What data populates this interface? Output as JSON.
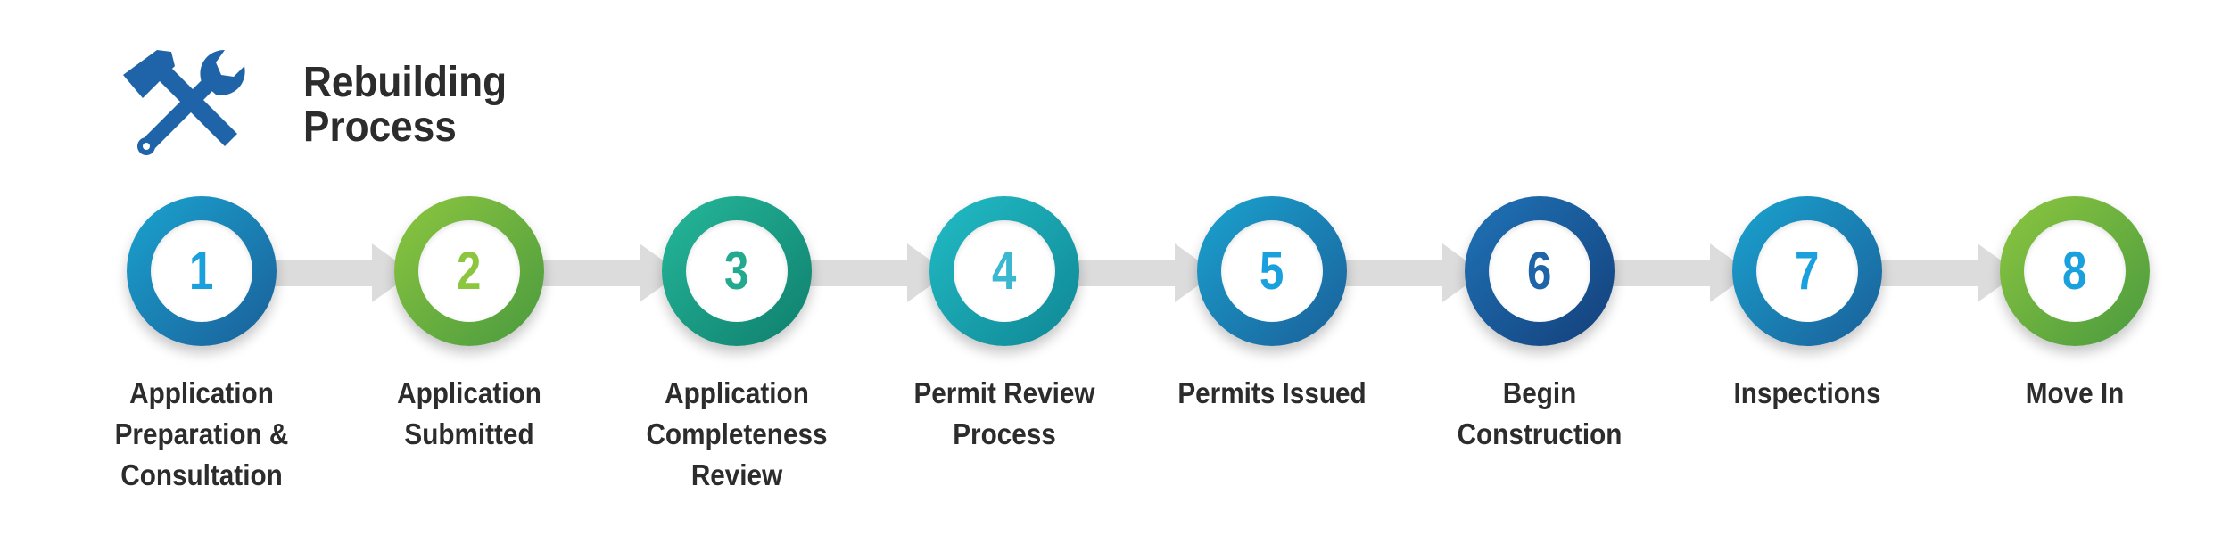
{
  "header": {
    "icon": "wrench-hammer-icon",
    "title": "Rebuilding\nProcess",
    "icon_color": "#1f64a8"
  },
  "arrow_color": "#dcdcdc",
  "steps": [
    {
      "number": "1",
      "label": "Application\nPreparation &\nConsultation",
      "ring_from": "#1aa3cf",
      "ring_to": "#1a5f99",
      "number_color": "#1aa0dc"
    },
    {
      "number": "2",
      "label": "Application\nSubmitted",
      "ring_from": "#8cc63f",
      "ring_to": "#4a9a3f",
      "number_color": "#8cc63f"
    },
    {
      "number": "3",
      "label": "Application\nCompleteness\nReview",
      "ring_from": "#25b89a",
      "ring_to": "#0f7f6d",
      "number_color": "#22a98e"
    },
    {
      "number": "4",
      "label": "Permit Review\nProcess",
      "ring_from": "#22bcc6",
      "ring_to": "#0f8794",
      "number_color": "#39b8cf"
    },
    {
      "number": "5",
      "label": "Permits Issued",
      "ring_from": "#1aa3cf",
      "ring_to": "#1a5f99",
      "number_color": "#1aa0dc"
    },
    {
      "number": "6",
      "label": "Begin\nConstruction",
      "ring_from": "#1f74b8",
      "ring_to": "#143f7a",
      "number_color": "#1f64a8"
    },
    {
      "number": "7",
      "label": "Inspections",
      "ring_from": "#1aa3cf",
      "ring_to": "#1a5f99",
      "number_color": "#1aa0dc"
    },
    {
      "number": "8",
      "label": "Move In",
      "ring_from": "#8cc63f",
      "ring_to": "#4a9a3f",
      "number_color": "#1aa0dc"
    }
  ]
}
